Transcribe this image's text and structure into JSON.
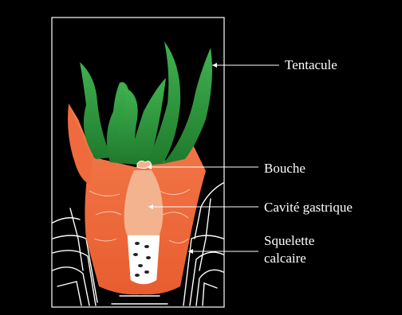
{
  "labels": {
    "tentacule": "Tentacule",
    "bouche": "Bouche",
    "cavite": "Cavité gastrique",
    "squelette_line1": "Squelette",
    "squelette_line2": "calcaire"
  },
  "colors": {
    "background": "#000000",
    "frame": "#ffffff",
    "tentacles": "#2e9a3e",
    "body": "#ef6a3c",
    "cavity": "#f2b38e",
    "lines": "#ffffff"
  }
}
